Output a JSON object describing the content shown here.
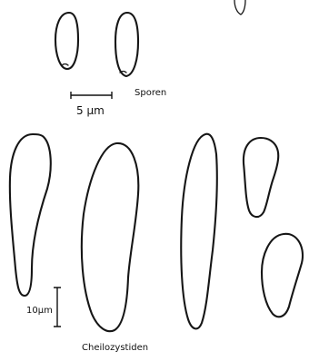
{
  "labels": {
    "spores": "Sporen",
    "spore_scale": "5 µm",
    "cheilocystidia": "Cheilozystiden",
    "cystidia_scale": "10µm"
  }
}
